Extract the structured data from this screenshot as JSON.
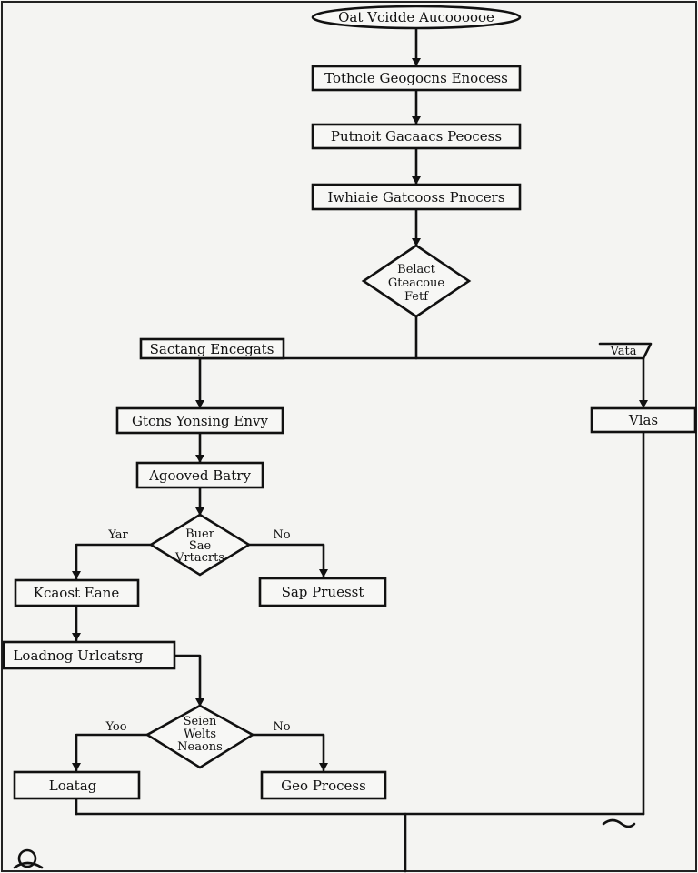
{
  "nodes": {
    "start": "Oat Vcidde Aucoooooe",
    "process1": "Tothcle Geogocns Enocess",
    "process2": "Putnoit Gacaacs Peocess",
    "process3": "Iwhiaie Gatcooss Pnocers",
    "decision1": [
      "Belact",
      "Gteacoue",
      "Fetf"
    ],
    "left_branch": "Sactang Encegats",
    "right_label": "Vata",
    "right_box": "Vlas",
    "process4": "Gtcns Yonsing Envy",
    "process5": "Agooved Batry",
    "decision2": [
      "Buer",
      "Sae",
      "Vrtacrts"
    ],
    "d2_yes": "Yar",
    "d2_no": "No",
    "process6": "Kcaost Eane",
    "process7": "Sap Pruesst",
    "process8": "Loadnog Urlcatsrg",
    "decision3": [
      "Seien",
      "Welts",
      "Neaons"
    ],
    "d3_yes": "Yoo",
    "d3_no": "No",
    "process9": "Loatag",
    "process10": "Geo Process"
  }
}
